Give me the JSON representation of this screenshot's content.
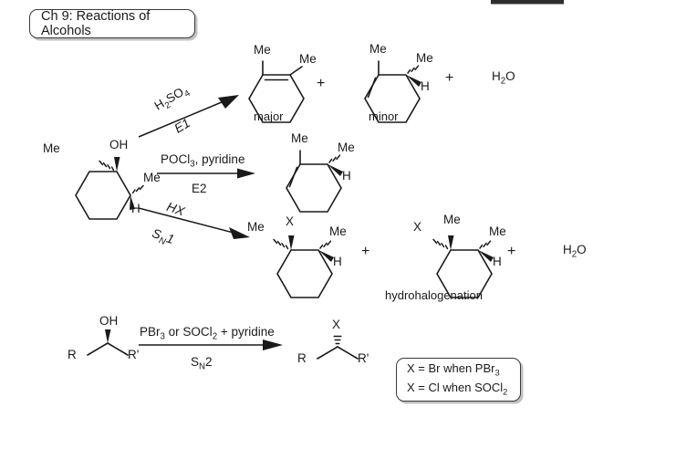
{
  "title": {
    "text": "Ch 9: Reactions of Alcohols"
  },
  "starting_material": {
    "label_oh": "OH",
    "label_me_left": "Me",
    "label_me_right": "Me",
    "label_h": "H"
  },
  "pathways": [
    {
      "id": "e1",
      "reagent": "H2SO4",
      "reagent_parts": {
        "pre": "H",
        "sub1": "2",
        "mid": "SO",
        "sub2": "4"
      },
      "mechanism": "E1",
      "arrow": "diagonal-up"
    },
    {
      "id": "e2",
      "reagent": "POCl3, pyridine",
      "reagent_parts": {
        "pre": "POCl",
        "sub1": "3",
        "post": ", pyridine"
      },
      "mechanism": "E2",
      "arrow": "horizontal"
    },
    {
      "id": "sn1",
      "reagent": "HX",
      "mechanism": "SN1",
      "mechanism_parts": {
        "pre": "S",
        "sub": "N",
        "post": "1"
      },
      "arrow": "diagonal-down"
    }
  ],
  "products": {
    "e1_major": {
      "caption": "major",
      "labels": {
        "me_top": "Me",
        "me_right": "Me"
      }
    },
    "e1_minor": {
      "caption": "minor",
      "labels": {
        "me_top": "Me",
        "me_right": "Me",
        "h": "H"
      }
    },
    "e1_water": "H2O",
    "e2_product": {
      "caption": "",
      "labels": {
        "me_top": "Me",
        "me_right": "Me",
        "h": "H"
      }
    },
    "sn1_first": {
      "caption": "",
      "labels": {
        "x_top": "X",
        "me_left": "Me",
        "me_right": "Me",
        "h": "H"
      }
    },
    "sn1_second": {
      "caption": "hydrohalogenation",
      "labels": {
        "me_top": "Me",
        "x_left": "X",
        "me_right": "Me",
        "h": "H"
      }
    },
    "sn1_water": "H2O"
  },
  "plus_signs": {
    "e1_a": "+",
    "e1_b": "+",
    "sn1_a": "+",
    "sn1_b": "+"
  },
  "water_parts": {
    "pre": "H",
    "sub": "2",
    "post": "O"
  },
  "sn2_reaction": {
    "substrate": {
      "label_oh": "OH",
      "label_r": "R",
      "label_r_prime": "R'"
    },
    "reagent": "PBr3 or SOCl2 + pyridine",
    "reagent_parts": {
      "p1": "PBr",
      "s1": "3",
      "p2": " or SOCl",
      "s2": "2",
      "p3": " + pyridine"
    },
    "mechanism": "SN2",
    "mechanism_parts": {
      "pre": "S",
      "sub": "N",
      "post": "2"
    },
    "product": {
      "label_x": "X",
      "label_r": "R",
      "label_r_prime": "R'"
    }
  },
  "legend": {
    "line1": "X = Br when PBr3",
    "line1_parts": {
      "pre": "X = Br when PBr",
      "sub": "3"
    },
    "line2": "X = Cl when SOCl2",
    "line2_parts": {
      "pre": "X = Cl when SOCl",
      "sub": "2"
    }
  },
  "colors": {
    "ink": "#1a1a1a",
    "box_border": "#3a3a3a",
    "background": "#ffffff"
  }
}
